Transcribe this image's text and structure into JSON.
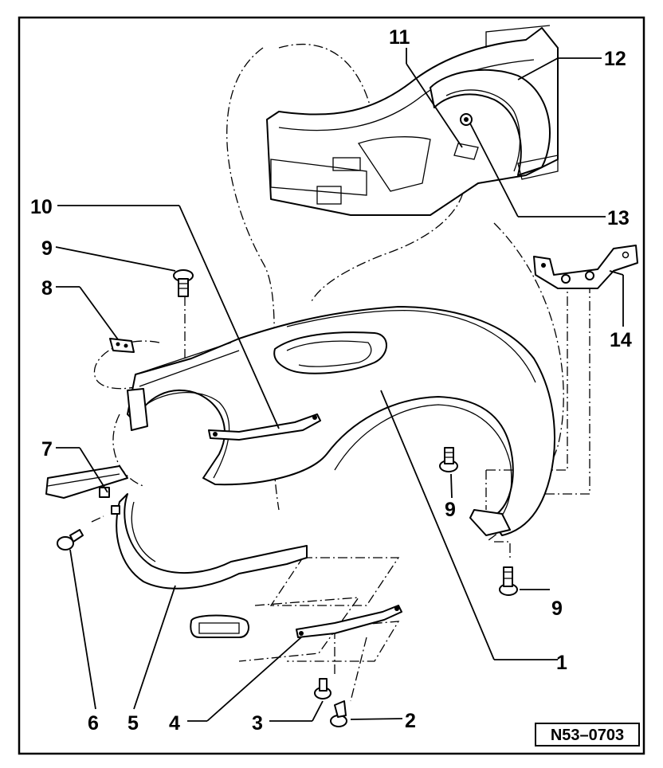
{
  "diagram": {
    "reference_code": "N53–0703",
    "callouts": [
      {
        "id": "c1",
        "label": "1"
      },
      {
        "id": "c2",
        "label": "2"
      },
      {
        "id": "c3",
        "label": "3"
      },
      {
        "id": "c4",
        "label": "4"
      },
      {
        "id": "c5",
        "label": "5"
      },
      {
        "id": "c6",
        "label": "6"
      },
      {
        "id": "c7",
        "label": "7"
      },
      {
        "id": "c8",
        "label": "8"
      },
      {
        "id": "c9a",
        "label": "9"
      },
      {
        "id": "c9b",
        "label": "9"
      },
      {
        "id": "c9c",
        "label": "9"
      },
      {
        "id": "c10",
        "label": "10"
      },
      {
        "id": "c11",
        "label": "11"
      },
      {
        "id": "c12",
        "label": "12"
      },
      {
        "id": "c13",
        "label": "13"
      },
      {
        "id": "c14",
        "label": "14"
      }
    ]
  }
}
